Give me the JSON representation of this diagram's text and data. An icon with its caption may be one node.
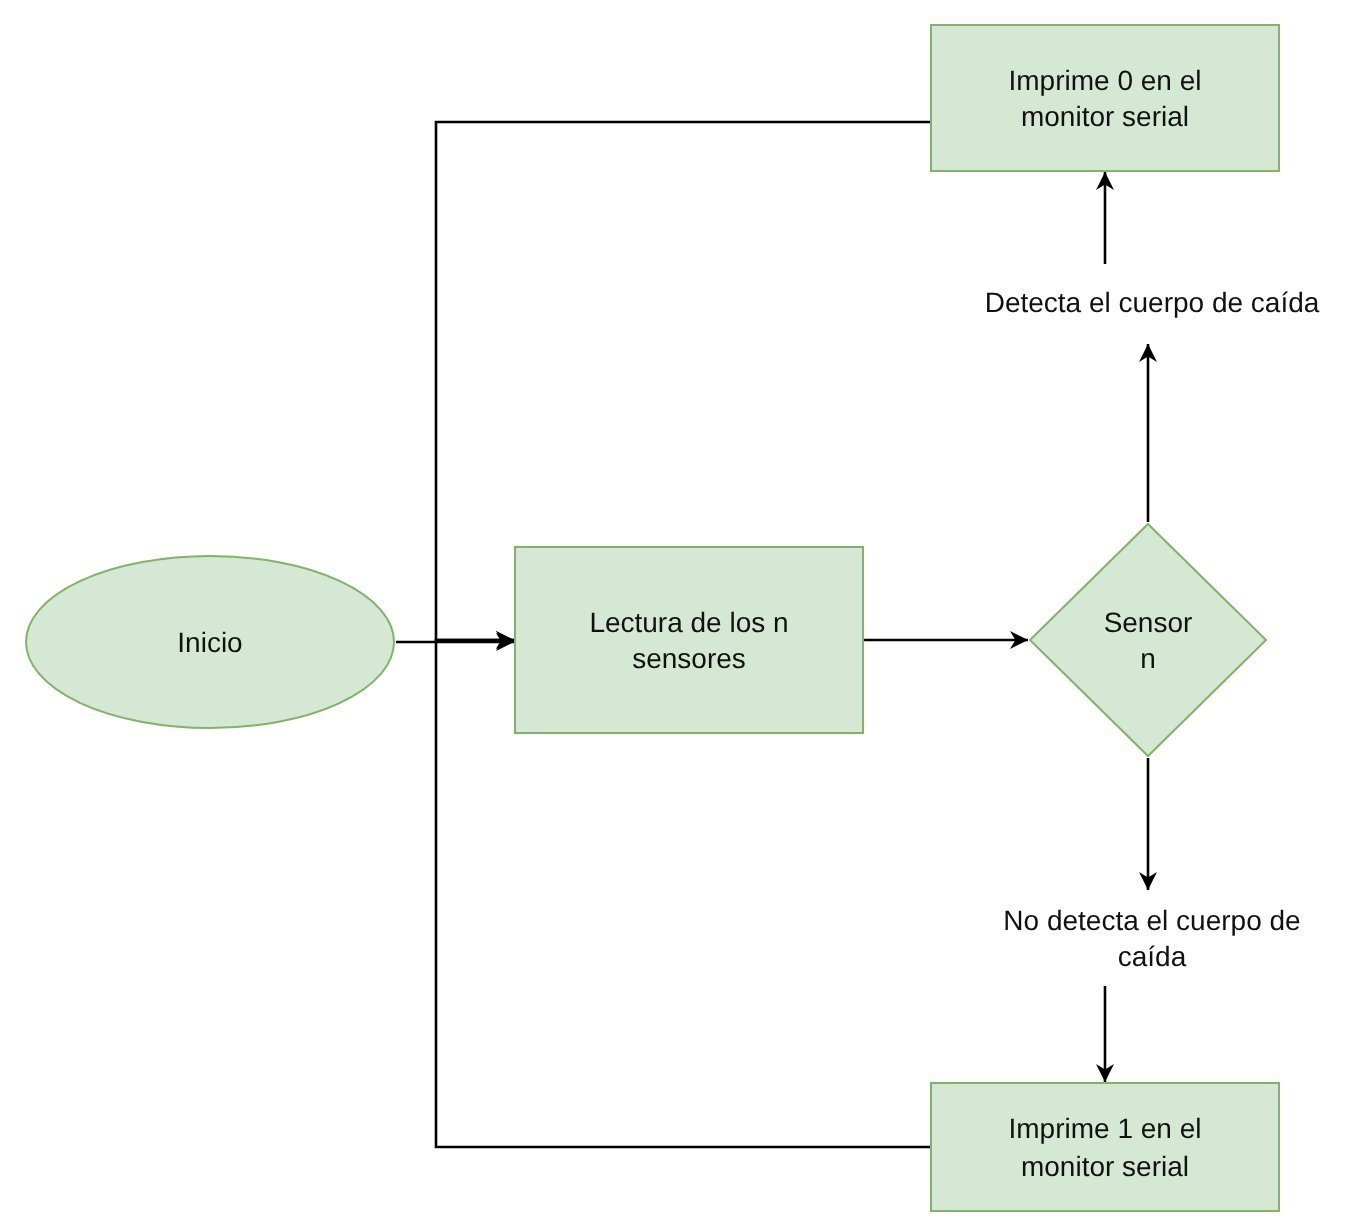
{
  "diagram": {
    "nodes": [
      {
        "text": [
          "Imprime 0 en el monitor serial"
        ]
      },
      {
        "text": [
          "Detecta el cuerpo de caída"
        ]
      },
      {
        "text": [
          "Inicio"
        ]
      },
      {
        "text": [
          "Lectura de los n sensores"
        ]
      },
      {
        "text": [
          "Sensor n"
        ]
      },
      {
        "text": [
          "No detecta el cuerpo de caída"
        ]
      },
      {
        "text": [
          "Imprime 1 en el monitor serial"
        ]
      }
    ],
    "edges": [
      {
        "from": 2,
        "to": 3,
        "arrow": "to"
      },
      {
        "from": 3,
        "to": 4,
        "arrow": "to"
      },
      {
        "from": 4,
        "to": 1,
        "arrow": "to"
      },
      {
        "from": 1,
        "to": 0,
        "arrow": "to"
      },
      {
        "from": 4,
        "to": 5,
        "arrow": "to"
      },
      {
        "from": 5,
        "to": 6,
        "arrow": "to"
      },
      {
        "from": 0,
        "to": 3,
        "arrow": "to"
      },
      {
        "from": 6,
        "to": 3,
        "arrow": "to"
      }
    ]
  }
}
